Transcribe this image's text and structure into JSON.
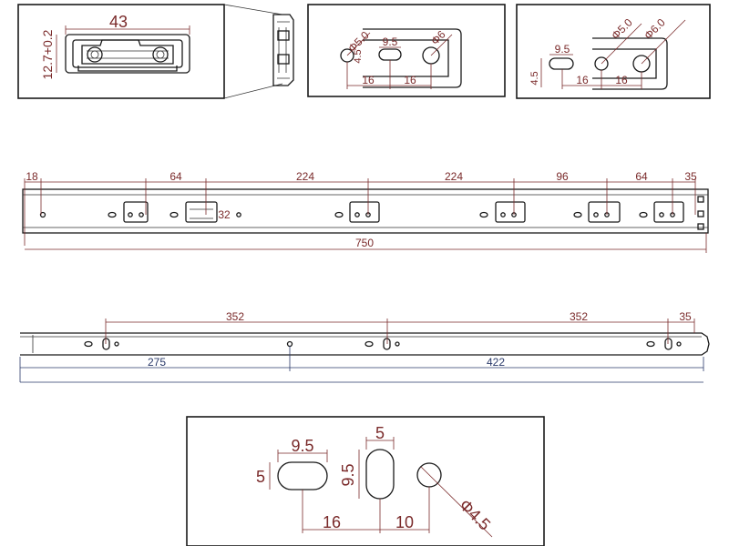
{
  "profile": {
    "width": "43",
    "height": "12.7+0.2"
  },
  "detail_a": {
    "dia_small": "Φ5.0",
    "dia_large": "Φ6",
    "slot_len": "9.5",
    "side": "4.5",
    "pitch_left": "16",
    "pitch_right": "16"
  },
  "detail_b": {
    "slot_len": "9.5",
    "side": "4.5",
    "dia_small": "Φ5.0",
    "dia_large": "Φ6.0",
    "pitch_left": "16",
    "pitch_right": "16"
  },
  "rail_top": {
    "dims": [
      "18",
      "64",
      "224",
      "224",
      "96",
      "64",
      "35"
    ],
    "inner": "32",
    "total": "750"
  },
  "rail_bottom": {
    "dims": [
      "352",
      "352",
      "35"
    ],
    "left": "275",
    "right": "422"
  },
  "holes": {
    "slot_h_len": "9.5",
    "slot_h_width": "5",
    "slot_v_width": "5",
    "slot_v_len": "9.5",
    "pitch": "16",
    "offset": "10",
    "dia": "Φ4.5"
  }
}
